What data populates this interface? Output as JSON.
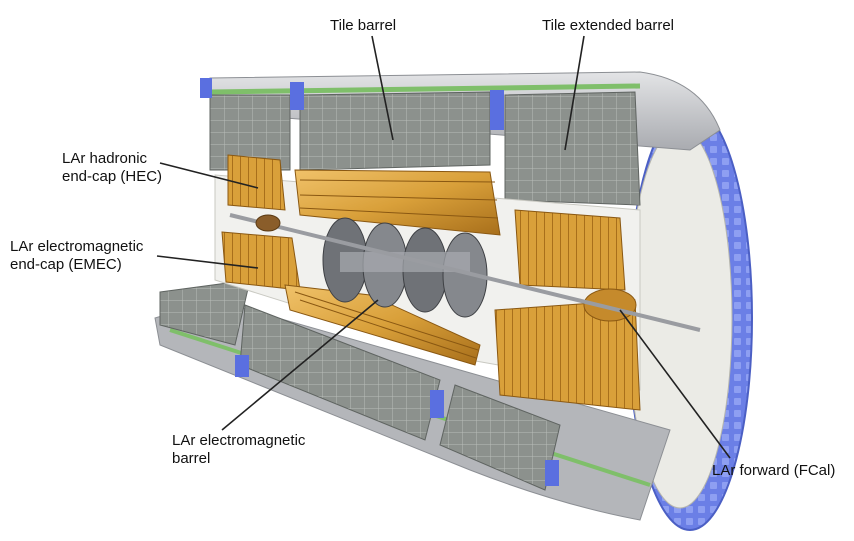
{
  "labels": {
    "tile_barrel": "Tile barrel",
    "tile_extended_barrel": "Tile extended barrel",
    "lar_hec_line1": "LAr hadronic",
    "lar_hec_line2": "end-cap (HEC)",
    "lar_emec_line1": "LAr electromagnetic",
    "lar_emec_line2": "end-cap (EMEC)",
    "lar_em_barrel_line1": "LAr electromagnetic",
    "lar_em_barrel_line2": "barrel",
    "lar_forward": "LAr forward (FCal)"
  },
  "colors": {
    "tile_gray": "#8c918d",
    "tile_grid": "#b9bdb9",
    "steel_frame": "#c7c9cc",
    "blue_face": "#6b7fe6",
    "copper": "#d9a03a",
    "copper_dark": "#a86f1b",
    "inner_gray": "#6f7277",
    "green_stripe": "#7fbf6a"
  }
}
